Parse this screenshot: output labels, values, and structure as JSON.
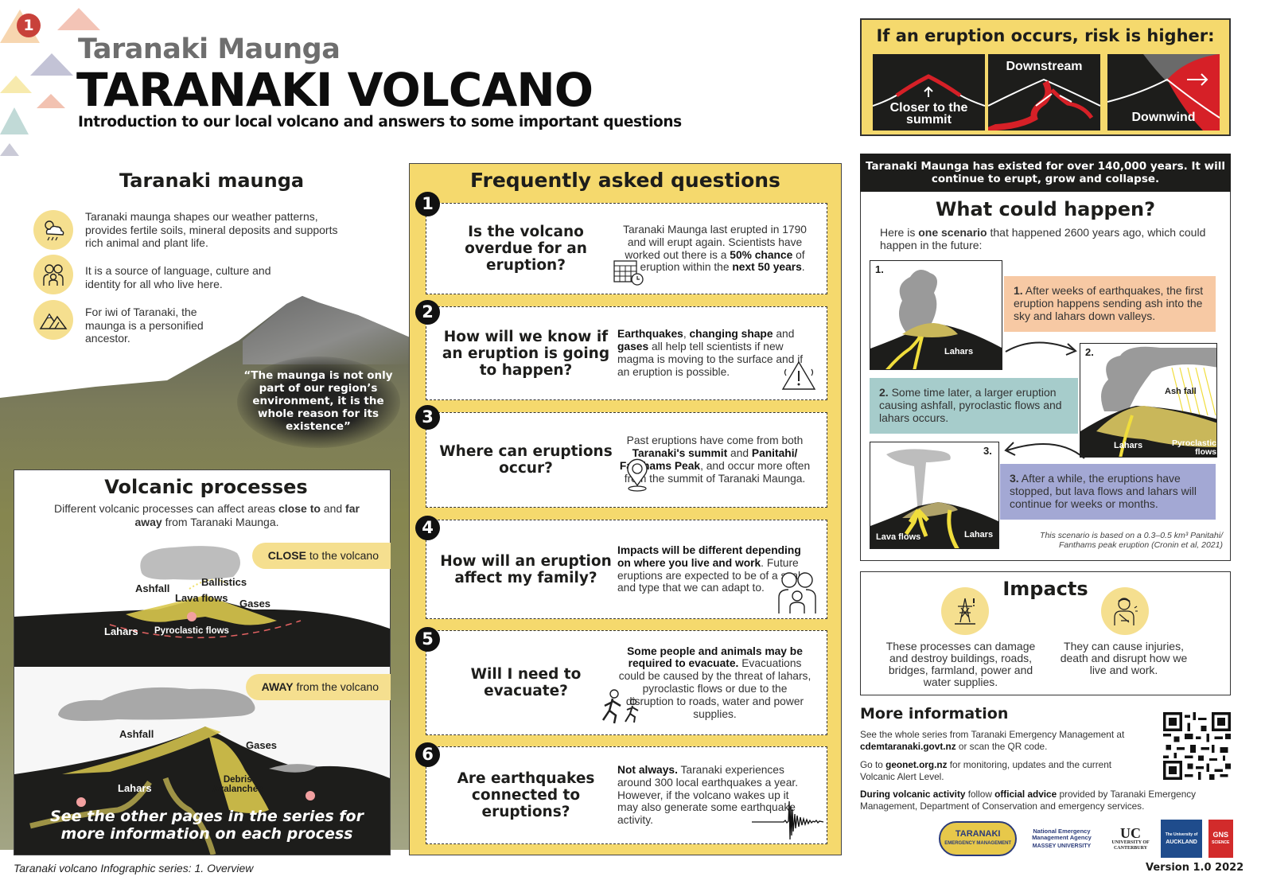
{
  "header": {
    "page_number": "1",
    "subtitle": "Taranaki Maunga",
    "title": "TARANAKI VOLCANO",
    "intro": "Introduction to our local volcano and answers to some important questions"
  },
  "taranaki_maunga": {
    "title": "Taranaki maunga",
    "items": [
      {
        "icon": "weather-icon",
        "text": "Taranaki maunga shapes our weather patterns, provides fertile soils, mineral deposits and supports rich animal and plant life."
      },
      {
        "icon": "family-icon",
        "text": "It is a source of language, culture and identity for all who live here."
      },
      {
        "icon": "mountain-icon",
        "text": "For iwi of Taranaki, the maunga is a personified ancestor."
      }
    ],
    "quote": "“The maunga is not only part of our region’s environment, it is the whole reason for its existence”"
  },
  "volcanic_processes": {
    "title": "Volcanic processes",
    "desc_pre": "Different volcanic processes can affect areas ",
    "desc_b1": "close to",
    "desc_mid": " and ",
    "desc_b2": "far away",
    "desc_post": " from Taranaki Maunga.",
    "close": {
      "pill_bold": "CLOSE",
      "pill_rest": " to the volcano",
      "labels": {
        "ashfall": "Ashfall",
        "ballistics": "Ballistics",
        "lava_flows": "Lava flows",
        "gases": "Gases",
        "lahars": "Lahars",
        "pyroclastic": "Pyroclastic flows"
      }
    },
    "away": {
      "pill_bold": "AWAY",
      "pill_rest": " from the volcano",
      "labels": {
        "ashfall": "Ashfall",
        "gases": "Gases",
        "lahars": "Lahars",
        "debris1": "Debris",
        "debris2": "Avalanches"
      }
    },
    "see_more": "See the other pages in the series for more information on each process"
  },
  "footer_series": "Taranaki volcano Infographic series: 1. Overview",
  "faq": {
    "title": "Frequently asked questions",
    "items": [
      {
        "num": "1",
        "question": "Is the volcano overdue for an eruption?",
        "icon": "calendar-clock-icon",
        "a1": "Taranaki Maunga last erupted in 1790 and will erupt again. Scientists have worked out there is a ",
        "a1b": "50% chance",
        "a2": " of an eruption within the ",
        "a2b": "next 50 years",
        "a3": "."
      },
      {
        "num": "2",
        "question": "How will we know if an eruption is going to happen?",
        "icon": "warning-triangle-icon",
        "a1b": "Earthquakes",
        "a1": ", ",
        "a2b": "changing shape",
        "a2": " and ",
        "a3b": "gases",
        "a3": " all help tell scientists if new magma is moving to the surface and if an eruption is possible."
      },
      {
        "num": "3",
        "question": "Where can eruptions occur?",
        "icon": "location-pin-icon",
        "a1": "Past eruptions have come from both ",
        "a1b": "Taranaki's summit",
        "a2": " and ",
        "a2b": "Panitahi/ Fanthams Peak",
        "a3": ", and occur more often from the summit of Taranaki Maunga."
      },
      {
        "num": "4",
        "question": "How will an eruption affect my family?",
        "icon": "family-icon",
        "a1b": "Impacts will be different depending on where you live and work",
        "a1": ". Future eruptions are expected to be of a scale and type that we can adapt to."
      },
      {
        "num": "5",
        "question": "Will I need to evacuate?",
        "icon": "running-people-icon",
        "a1b": "Some people and animals may be required to evacuate.",
        "a1": " Evacuations could be caused by the threat of lahars, pyroclastic flows or due to the disruption to roads, water and power supplies."
      },
      {
        "num": "6",
        "question": "Are earthquakes connected to eruptions?",
        "icon": "seismograph-icon",
        "a1b": "Not always.",
        "a1": " Taranaki experiences around 300 local earthquakes a year. However, if the volcano wakes up it may also generate some earthquake activity."
      }
    ]
  },
  "risk": {
    "title": "If an eruption occurs, risk is higher:",
    "panels": [
      {
        "label": "Closer to the summit"
      },
      {
        "label": "Downstream"
      },
      {
        "label": "Downwind"
      }
    ],
    "colors": {
      "accent": "#d62027",
      "panel": "#1d1d1b",
      "bg": "#f5d96d"
    }
  },
  "what_could_happen": {
    "banner": "Taranaki Maunga has existed for over 140,000 years. It will continue to erupt, grow and collapse.",
    "title": "What could happen?",
    "desc_pre": "Here is ",
    "desc_b": "one scenario",
    "desc_post": " that happened 2600 years ago, which could happen in the future:",
    "steps": [
      {
        "num": "1.",
        "bold": "1.",
        "text": " After weeks of earthquakes, the first eruption happens sending ash into the sky and lahars down valleys.",
        "color": "#f7c9a4",
        "labels": [
          "Lahars"
        ]
      },
      {
        "num": "2.",
        "bold": "2.",
        "text": "  Some time later, a larger eruption causing ashfall, pyroclastic flows and lahars occurs.",
        "color": "#a6cccb",
        "labels": [
          "Ash fall",
          "Lahars",
          "Pyroclastic flows"
        ]
      },
      {
        "num": "3.",
        "bold": "3.",
        "text": "  After a while, the eruptions have stopped, but lava flows and lahars will continue for weeks or months.",
        "color": "#a3a8d4",
        "labels": [
          "Lava flows",
          "Lahars"
        ]
      }
    ],
    "note": "This scenario is based on a 0.3–0.5 km³ Panitahi/ Fanthams peak eruption (Cronin et al, 2021)"
  },
  "impacts": {
    "title": "Impacts",
    "items": [
      {
        "icon": "power-pylon-icon",
        "text": "These processes can damage and destroy buildings, roads, bridges, farmland, power and water supplies."
      },
      {
        "icon": "injured-person-icon",
        "text": "They can cause injuries, death and disrupt how we live and work."
      }
    ]
  },
  "more_info": {
    "title": "More information",
    "p1_pre": "See the whole series from Taranaki Emergency Management at ",
    "p1_b": "cdemtaranaki.govt.nz",
    "p1_post": " or scan the QR code.",
    "p2_pre": "Go to ",
    "p2_b": "geonet.org.nz",
    "p2_post": " for monitoring, updates and the current Volcanic Alert Level.",
    "p3_b1": "During volcanic activity",
    "p3_mid": " follow ",
    "p3_b2": "official advice",
    "p3_post": " provided by Taranaki Emergency Management, Department of Conservation and emergency services."
  },
  "logos": [
    {
      "name": "TARANAKI",
      "sub": "EMERGENCY MANAGEMENT"
    },
    {
      "name": "National Emergency Management Agency",
      "sub": "MASSEY UNIVERSITY"
    },
    {
      "name": "UC",
      "sub": "UNIVERSITY OF CANTERBURY"
    },
    {
      "name": "AUCKLAND",
      "sub": "The University of"
    },
    {
      "name": "GNS",
      "sub": "SCIENCE"
    }
  ],
  "version": "Version 1.0 2022"
}
